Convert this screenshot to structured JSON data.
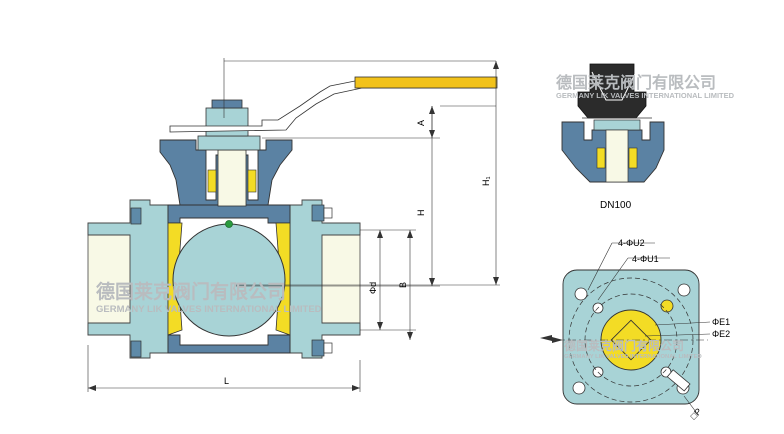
{
  "colors": {
    "body_teal": "#a8d3d6",
    "bonnet_blue": "#5b82a3",
    "bolt_blue": "#5e8aa8",
    "handle_yellow": "#f2c21a",
    "port_cream": "#f8f9e6",
    "seat_yellow": "#f3dc25",
    "stem_green": "#2a9b3e",
    "watermark_gray": "#b9bcbf"
  },
  "dimensions": {
    "A": "A",
    "H": "H",
    "H1": "H₁",
    "B": "B",
    "L": "L",
    "phi_d": "Φd"
  },
  "dn100": {
    "label": "DN100"
  },
  "flange_view": {
    "u2": "4-ΦU2",
    "u1": "4-ΦU1",
    "e1": "ΦE1",
    "e2": "ΦE2",
    "p": "□P"
  },
  "watermark": {
    "cn": "德国莱克阀门有限公司",
    "en": "GERMANY LIK VALVES INTERNATIONAL LIMITED"
  }
}
